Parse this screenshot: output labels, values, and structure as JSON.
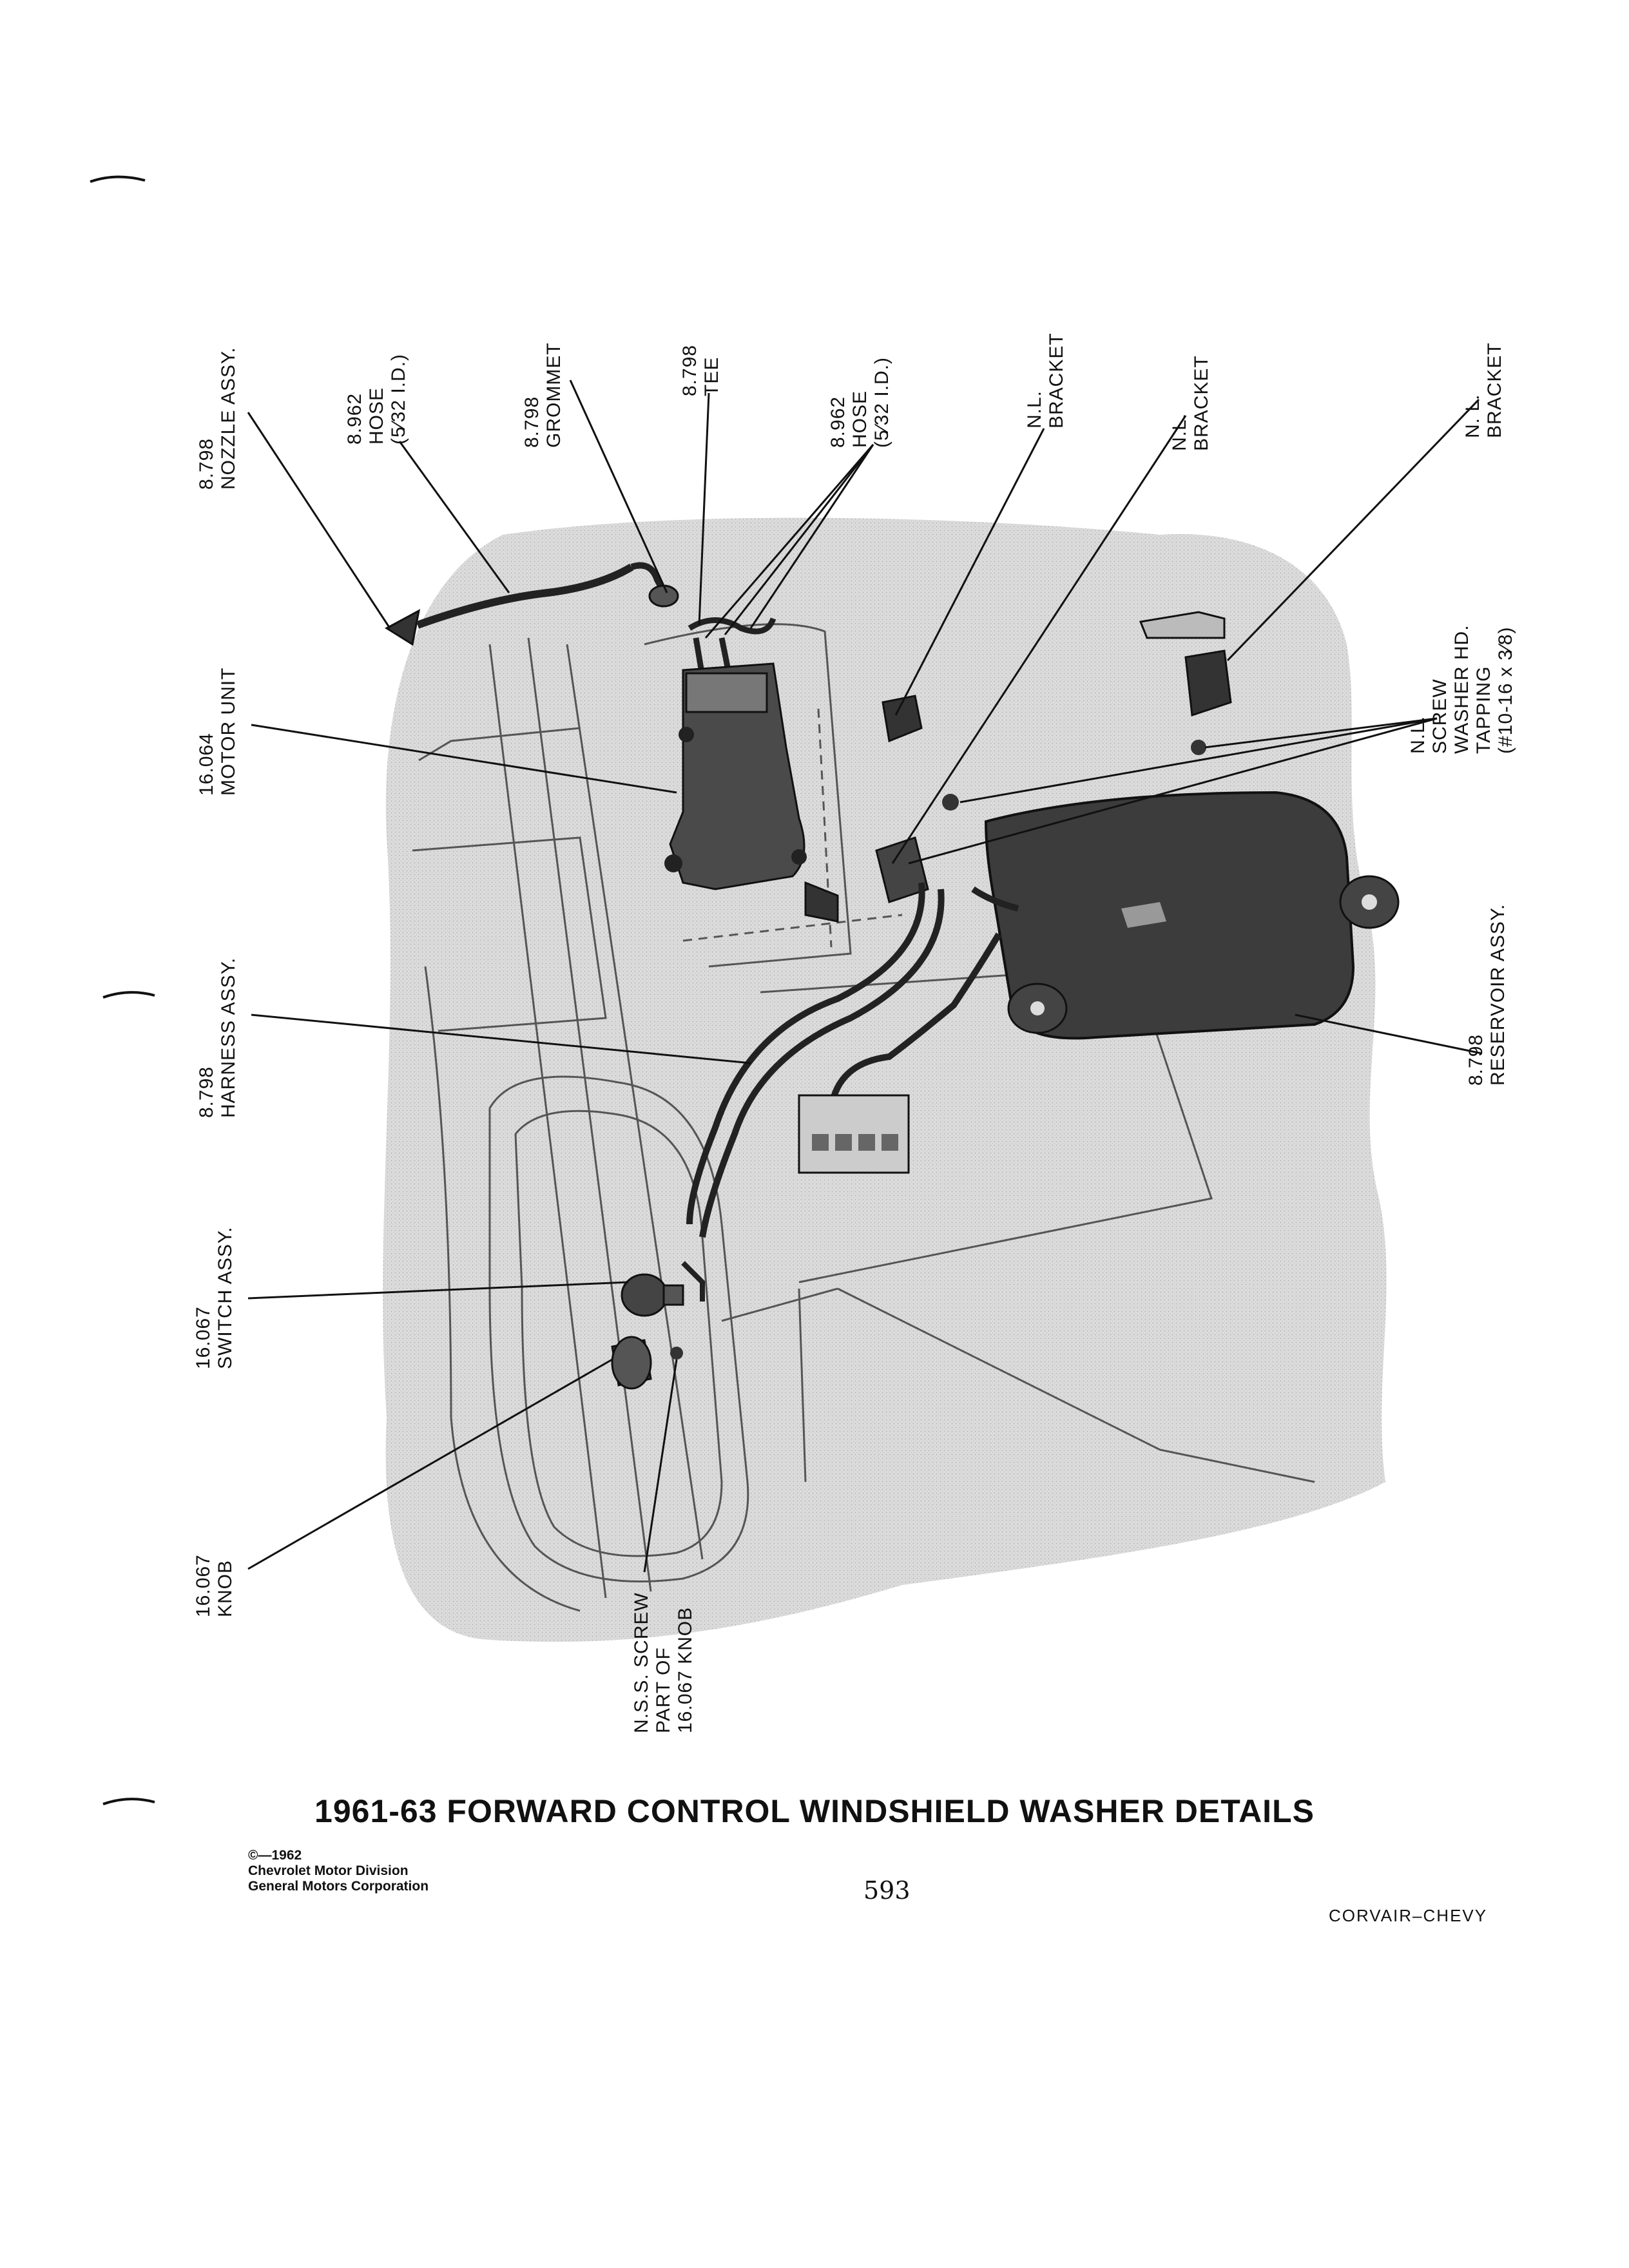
{
  "title": "1961-63 FORWARD CONTROL WINDSHIELD WASHER DETAILS",
  "copyright": [
    "©—1962",
    "Chevrolet Motor Division",
    "General Motors Corporation"
  ],
  "page_number": "593",
  "brand": "CORVAIR–CHEVY",
  "callouts": {
    "nozzle": [
      "8.798",
      "NOZZLE ASSY."
    ],
    "hose_left": [
      "8.962",
      "HOSE",
      "(5⁄32 I.D.)"
    ],
    "grommet": [
      "8.798",
      "GROMMET"
    ],
    "tee": [
      "8.798",
      "TEE"
    ],
    "hose_right": [
      "8.962",
      "HOSE",
      "(5⁄32 I.D.)"
    ],
    "bracket_1": [
      "N.L.",
      "BRACKET"
    ],
    "bracket_2": [
      "N.L.",
      "BRACKET"
    ],
    "bracket_3": [
      "N. L.",
      "BRACKET"
    ],
    "tapping_screw": [
      "N.L.",
      "SCREW",
      "WASHER HD.",
      "TAPPING",
      "(#10-16 x 3⁄8)"
    ],
    "motor_unit": [
      "16.064",
      "MOTOR UNIT"
    ],
    "reservoir": [
      "8.798",
      "RESERVOIR ASSY."
    ],
    "harness": [
      "8.798",
      "HARNESS ASSY."
    ],
    "switch": [
      "16.067",
      "SWITCH ASSY."
    ],
    "knob": [
      "16.067",
      "KNOB"
    ],
    "nss_screw": [
      "N.S.S. SCREW",
      "PART OF",
      "16.067 KNOB"
    ]
  }
}
